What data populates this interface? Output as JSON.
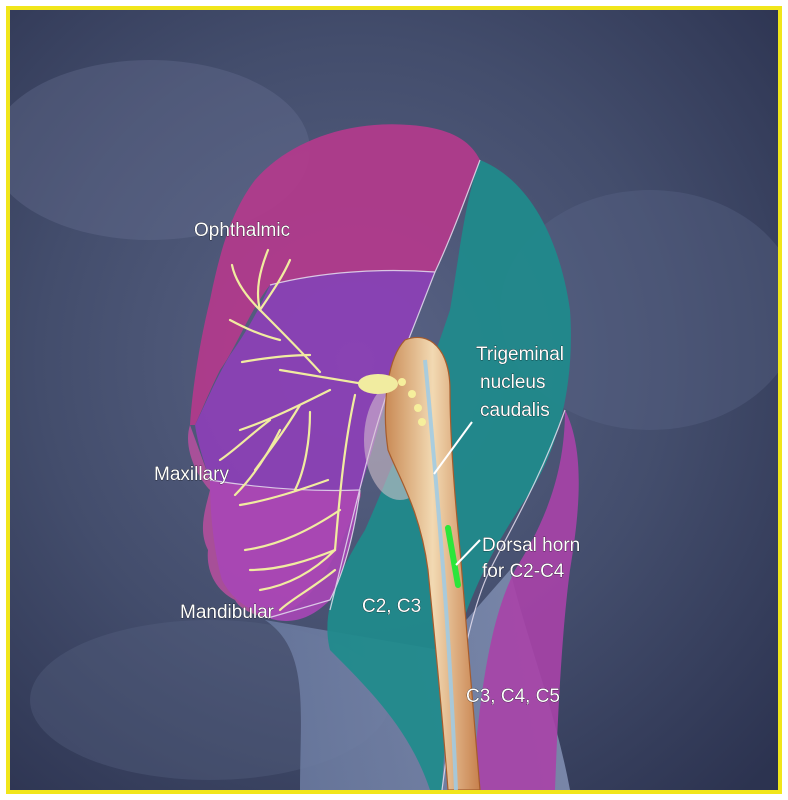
{
  "labels": {
    "ophthalmic": "Ophthalmic",
    "maxillary": "Maxillary",
    "mandibular": "Mandibular",
    "trigeminal_line1": "Trigeminal",
    "trigeminal_line2": "nucleus",
    "trigeminal_line3": "caudalis",
    "dorsal_line1": "Dorsal horn",
    "dorsal_line2": "for C2-C4",
    "c2c3": "C2, C3",
    "c3c4c5": "C3, C4, C5"
  },
  "colors": {
    "frame_border": "#f1e61a",
    "ophthalmic_region": "#b33a8c",
    "maxillary_region": "#9a3bb8",
    "mandibular_region": "#a746b6",
    "cervical_region": "#1f8b8c",
    "nerve": "#f1eca0",
    "dorsal_horn": "#2be63a"
  }
}
